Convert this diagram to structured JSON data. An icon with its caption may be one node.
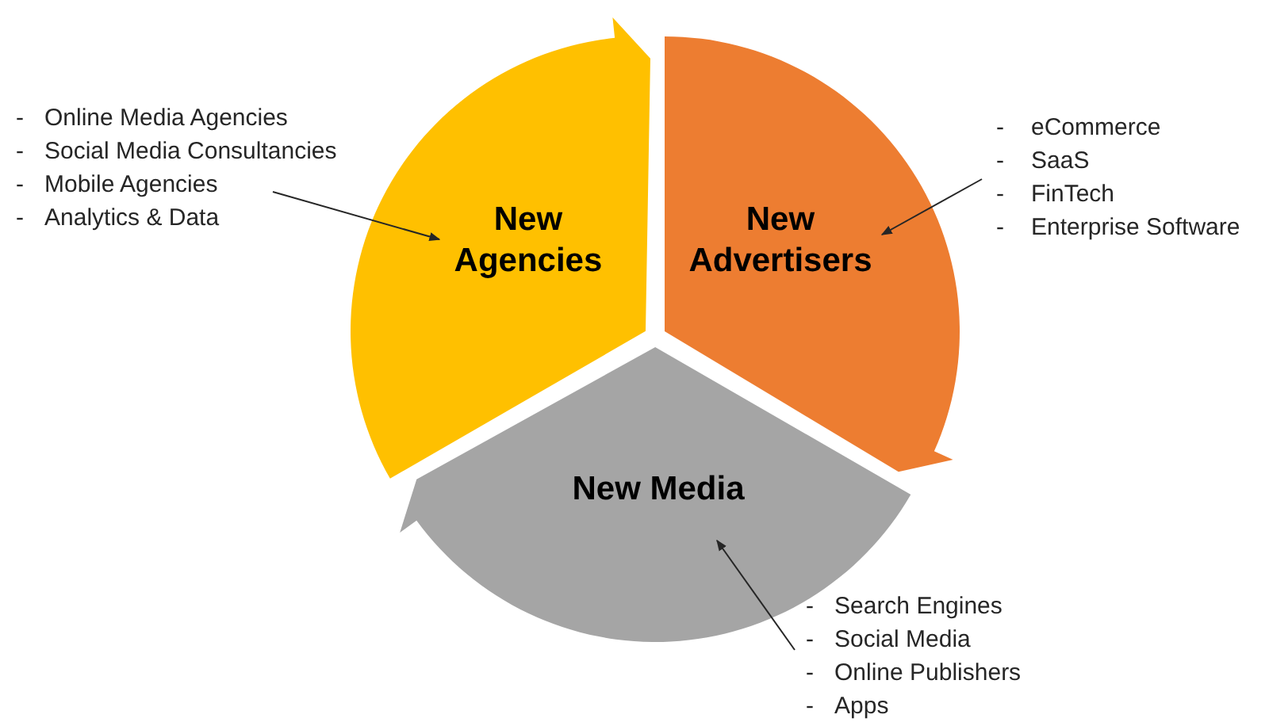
{
  "diagram": {
    "nodes": [
      {
        "text": [
          "New Agencies"
        ]
      },
      {
        "text": [
          "New Advertisers"
        ]
      },
      {
        "text": [
          "New Media"
        ]
      },
      {
        "text": [
          "-",
          "Online Media Agencies",
          "-",
          "Social Media Consultancies",
          "-",
          "Mobile Agencies",
          "-",
          "Analytics & Data"
        ]
      },
      {
        "text": [
          "-",
          "eCommerce",
          "-",
          "SaaS",
          "-",
          "FinTech",
          "-",
          "Enterprise Software"
        ]
      },
      {
        "text": [
          "-",
          "Search Engines",
          "-",
          "Social Media",
          "-",
          "Online Publishers",
          "-",
          "Apps"
        ]
      }
    ],
    "edges": [
      {
        "from": 3,
        "to": 0,
        "arrow": "to"
      },
      {
        "from": 4,
        "to": 1,
        "arrow": "to"
      },
      {
        "from": 5,
        "to": 2,
        "arrow": "to"
      }
    ]
  }
}
